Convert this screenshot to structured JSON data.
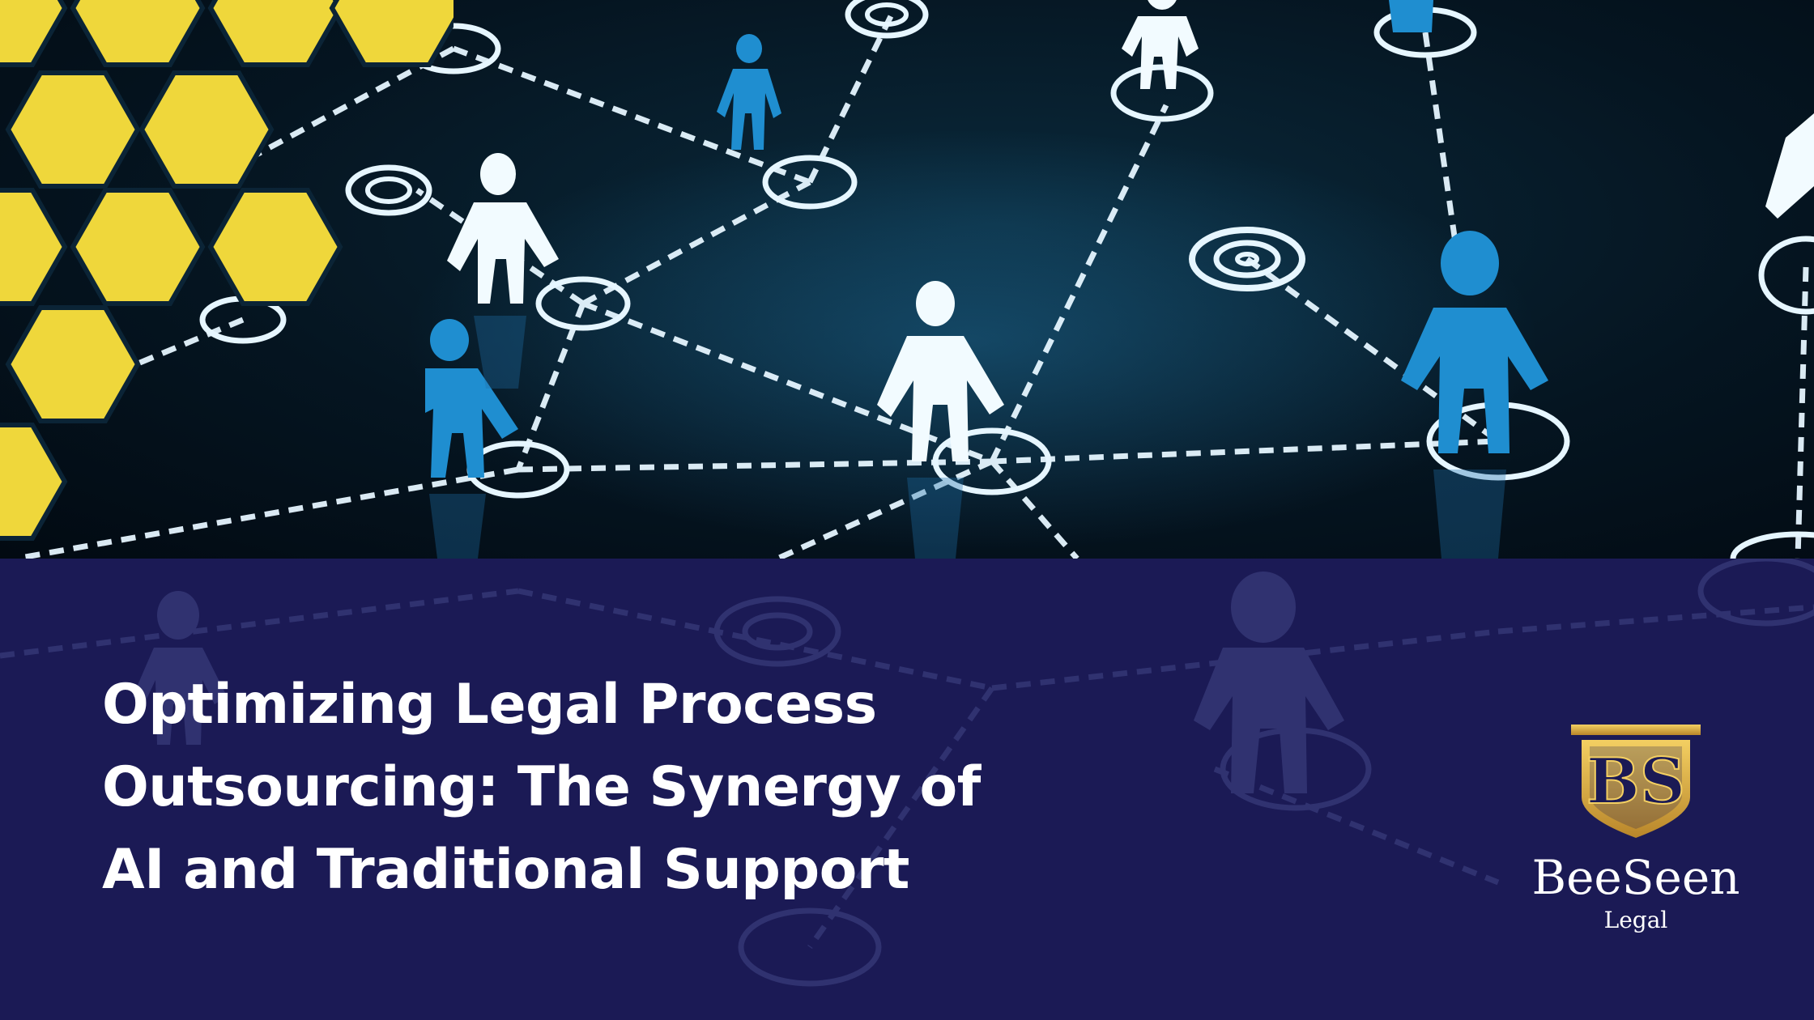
{
  "headline": {
    "line1": "Optimizing Legal Process",
    "line2": "Outsourcing: The Synergy of",
    "line3": "AI and Traditional Support"
  },
  "logo": {
    "monogram": "BS",
    "brand": "BeeSeen",
    "sub": "Legal"
  },
  "colors": {
    "background": "#1b1a55",
    "honeycomb": "#efd73b",
    "network_light": "#dff4ff",
    "network_blue": "#1e88c8",
    "logo_gold": "#d8a93a"
  },
  "icons": [
    "honeycomb-pattern",
    "people-network-illustration",
    "beeseen-shield-logo"
  ]
}
